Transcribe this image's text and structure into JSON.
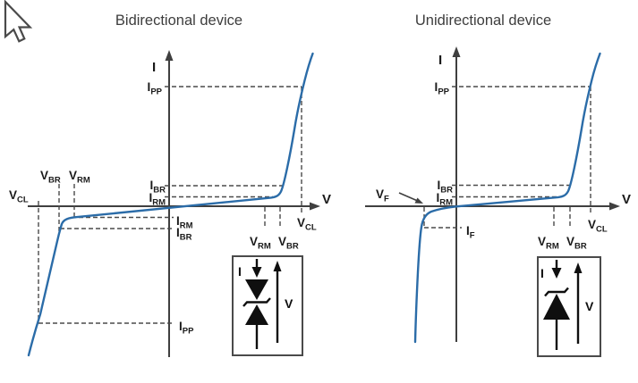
{
  "figure": {
    "type": "iv-characteristic-diagrams"
  },
  "cursor": {
    "name": "arrow-pointer"
  },
  "colors": {
    "curve": "#2b6ca8",
    "axis": "#3f3f3f",
    "dash": "#4a4a4a",
    "text": "#1a1a1a"
  },
  "bidirectional": {
    "title": "Bidirectional device",
    "axis": {
      "y": "I",
      "x": "V"
    },
    "labels": {
      "ipp_pos": {
        "m": "I",
        "s": "PP"
      },
      "ibr_pos": {
        "m": "I",
        "s": "BR"
      },
      "irm_pos": {
        "m": "I",
        "s": "RM"
      },
      "irm_neg": {
        "m": "I",
        "s": "RM"
      },
      "ibr_neg": {
        "m": "I",
        "s": "BR"
      },
      "ipp_neg": {
        "m": "I",
        "s": "PP"
      },
      "vcl_neg": {
        "m": "V",
        "s": "CL"
      },
      "vbr_neg": {
        "m": "V",
        "s": "BR"
      },
      "vrm_neg": {
        "m": "V",
        "s": "RM"
      },
      "vrm_pos": {
        "m": "V",
        "s": "RM"
      },
      "vbr_pos": {
        "m": "V",
        "s": "BR"
      },
      "vcl_pos": {
        "m": "V",
        "s": "CL"
      }
    },
    "symbol": {
      "current": "I",
      "voltage": "V"
    }
  },
  "unidirectional": {
    "title": "Unidirectional device",
    "axis": {
      "y": "I",
      "x": "V"
    },
    "labels": {
      "ipp": {
        "m": "I",
        "s": "PP"
      },
      "ibr": {
        "m": "I",
        "s": "BR"
      },
      "irm": {
        "m": "I",
        "s": "RM"
      },
      "vf": {
        "m": "V",
        "s": "F"
      },
      "if": {
        "m": "I",
        "s": "F"
      },
      "vrm": {
        "m": "V",
        "s": "RM"
      },
      "vbr": {
        "m": "V",
        "s": "BR"
      },
      "vcl": {
        "m": "V",
        "s": "CL"
      }
    },
    "symbol": {
      "current": "I",
      "voltage": "V"
    }
  }
}
